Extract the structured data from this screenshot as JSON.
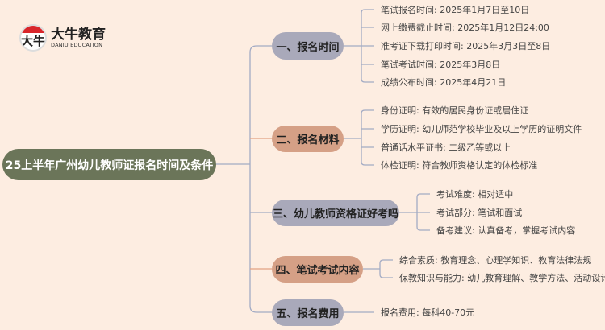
{
  "logo": {
    "mark": "大牛",
    "name": "大牛教育",
    "subtitle": "DANIU EDUCATION"
  },
  "root": "25上半年广州幼儿教师证报名时间及条件",
  "branches": [
    {
      "label": "一、报名时间",
      "leaves": [
        "笔试报名时间: 2025年1月7日至10日",
        "网上缴费截止时间: 2025年1月12日24:00",
        "准考证下载打印时间: 2025年3月3日至8日",
        "笔试考试时间: 2025年3月8日",
        "成绩公布时间: 2025年4月21日"
      ]
    },
    {
      "label": "二、报名材料",
      "leaves": [
        "身份证明: 有效的居民身份证或居住证",
        "学历证明: 幼儿师范学校毕业及以上学历的证明文件",
        "普通话水平证书: 二级乙等或以上",
        "体检证明: 符合教师资格认定的体检标准"
      ]
    },
    {
      "label": "三、幼儿教师资格证好考吗",
      "leaves": [
        "考试难度: 相对适中",
        "考试部分: 笔试和面试",
        "备考建议: 认真备考，掌握考试内容"
      ]
    },
    {
      "label": "四、笔试考试内容",
      "leaves": [
        "综合素质: 教育理念、心理学知识、教育法律法规",
        "保教知识与能力: 幼儿教育理解、教学方法、活动设计"
      ]
    },
    {
      "label": "五、报名费用",
      "leaves": [
        "报名费用: 每科40-70元"
      ]
    }
  ],
  "colors": {
    "background": "#fdede1",
    "root": "#6b7559",
    "grey": "#a9a9ba",
    "tan": "#d5a086",
    "line_grey": "#a3abc4",
    "line_tan": "#e3a283"
  }
}
